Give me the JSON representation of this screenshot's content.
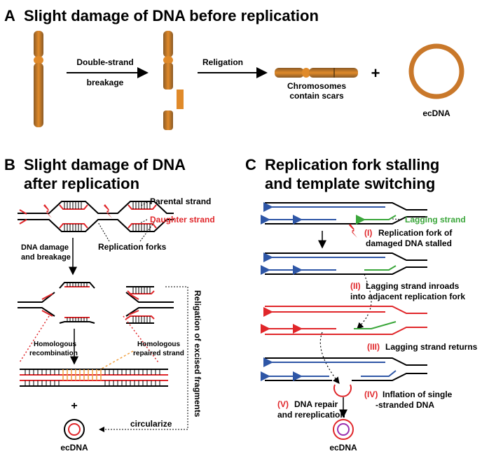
{
  "panel_a": {
    "letter": "A",
    "title": "Slight damage of DNA before replication",
    "arrow1_label_top": "Double-strand",
    "arrow1_label_bottom": "breakage",
    "arrow2_label": "Religation",
    "scar_label_1": "Chromosomes",
    "scar_label_2": "contain scars",
    "plus": "+",
    "ecdna_label": "ecDNA"
  },
  "panel_b": {
    "letter": "B",
    "title_line1": "Slight damage of DNA",
    "title_line2": "after replication",
    "parental_strand": "Parental strand",
    "daughter_strand": "Daughter strand",
    "replication_forks": "Replication forks",
    "dna_damage_1": "DNA damage",
    "dna_damage_2": "and breakage",
    "homologous_recombination_1": "Homologous",
    "homologous_recombination_2": "recombination",
    "homologous_repaired_1": "Homologous",
    "homologous_repaired_2": "repaired strand",
    "religation_vertical": "Religation of excised fragments",
    "plus": "+",
    "circularize": "circularize",
    "ecdna_label": "ecDNA"
  },
  "panel_c": {
    "letter": "C",
    "title_line1": "Replication fork stalling",
    "title_line2": "and template switching",
    "lagging_strand": "Lagging strand",
    "step1_num": "(I)",
    "step1_text_1": "Replication fork of",
    "step1_text_2": "damaged DNA stalled",
    "step2_num": "(II)",
    "step2_text_1": "Lagging strand  inroads",
    "step2_text_2": "into adjacent replication fork",
    "step3_num": "(III)",
    "step3_text": "Lagging strand returns",
    "step4_num": "(IV)",
    "step4_text_1": "Inflation of single",
    "step4_text_2": "-stranded DNA",
    "step5_num": "(V)",
    "step5_text_1": "DNA repair",
    "step5_text_2": "and rereplication",
    "ecdna_label": "ecDNA"
  },
  "colors": {
    "chromosome_orange": "#e08a2a",
    "chromosome_brown": "#8a5a26",
    "daughter_red": "#e0262a",
    "leading_blue": "#2e56a6",
    "lagging_green": "#3aa63a",
    "damage_red": "#e0262a",
    "homolog_orange": "#f0a040",
    "ecdna_purple": "#9a2fb0"
  }
}
